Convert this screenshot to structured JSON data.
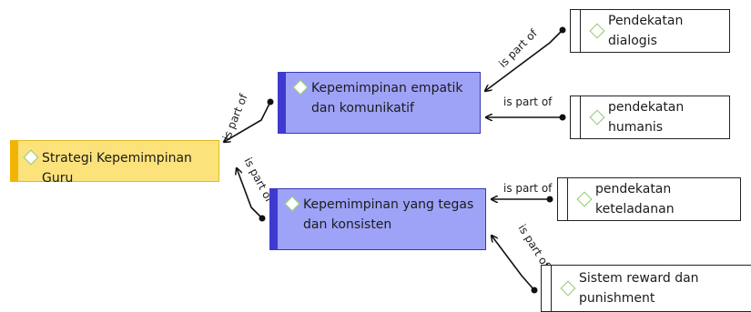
{
  "nodes": {
    "root": "Strategi Kepemimpinan Guru",
    "mid1": "Kepemimpinan empatik dan komunikatif",
    "mid2": "Kepemimpinan yang tegas dan konsisten",
    "leaf1": "Pendekatan dialogis",
    "leaf2": "pendekatan humanis",
    "leaf3": "pendekatan keteladanan",
    "leaf4": "Sistem reward dan punishment"
  },
  "edges": {
    "e1": "is part of",
    "e2": "is part of",
    "e3": "is part of",
    "e4": "is part of",
    "e5": "is part of",
    "e6": "is part of"
  },
  "icons": {
    "node_icon": "diamond-icon"
  },
  "colors": {
    "root_fill": "#fbe27a",
    "root_accent": "#f3b304",
    "mid_fill": "#9ea3f7",
    "mid_accent": "#3f3bd1",
    "leaf_fill": "#ffffff",
    "diamond": "#8cc76a",
    "line": "#111111"
  }
}
